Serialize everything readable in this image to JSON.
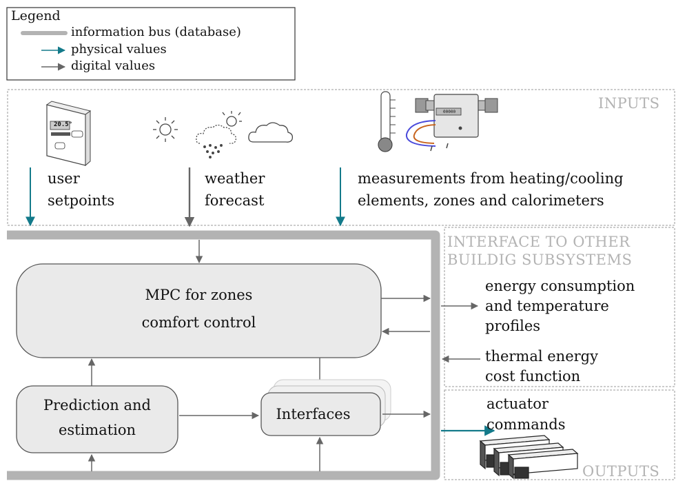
{
  "legend": {
    "title": "Legend",
    "items": [
      {
        "label": "information bus (database)",
        "kind": "bus"
      },
      {
        "label": "physical values",
        "kind": "physical"
      },
      {
        "label": "digital values",
        "kind": "digital"
      }
    ]
  },
  "colors": {
    "bus": "#b3b3b3",
    "physical": "#137a8a",
    "digital": "#666666",
    "box_fill": "#eaeaea",
    "section_text": "#b3b3b3"
  },
  "sections": {
    "inputs": "INPUTS",
    "interface_line1": "INTERFACE TO OTHER",
    "interface_line2": "BUILDIG SUBSYSTEMS",
    "outputs": "OUTPUTS"
  },
  "inputs": {
    "user_line1": "user",
    "user_line2": "setpoints",
    "weather_line1": "weather",
    "weather_line2": "forecast",
    "measure_line1": "measurements from heating/cooling",
    "measure_line2": "elements, zones and calorimeters"
  },
  "icons": {
    "thermostat_display": "20.5°",
    "thermostat_strip": "00000"
  },
  "boxes": {
    "mpc_line1": "MPC for zones",
    "mpc_line2": "comfort control",
    "prediction_line1": "Prediction and",
    "prediction_line2": "estimation",
    "interfaces": "Interfaces"
  },
  "interface": {
    "energy_line1": "energy consumption",
    "energy_line2": "and temperature",
    "energy_line3": "profiles",
    "cost_line1": "thermal energy",
    "cost_line2": "cost function"
  },
  "outputs": {
    "actuator_line1": "actuator",
    "actuator_line2": "commands"
  }
}
